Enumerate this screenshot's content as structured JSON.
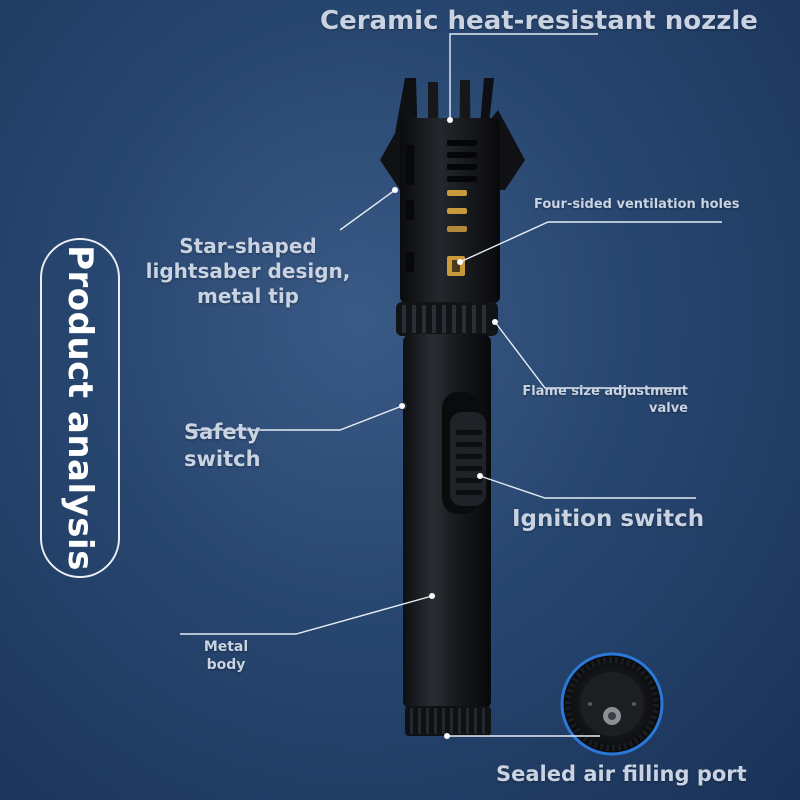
{
  "pill_title": "Product analysis",
  "labels": {
    "nozzle": "Ceramic heat-resistant nozzle",
    "ventilation": "Four-sided ventilation holes",
    "lightsaber_1": "Star-shaped",
    "lightsaber_2": "lightsaber design,",
    "lightsaber_3": "metal tip",
    "flame_1": "Flame size adjustment",
    "flame_2": "valve",
    "safety_1": "Safety",
    "safety_2": "switch",
    "ignition": "Ignition switch",
    "metal_1": "Metal",
    "metal_2": "body",
    "sealed": "Sealed air filling port"
  },
  "colors": {
    "background": "#27466f",
    "text": "#c9d3e2",
    "leader_line": "#e6ecf4",
    "product": "#121417",
    "accent_gold": "#c99a3c",
    "inset_ring": "#2a78d8"
  },
  "icons": {
    "product": "lighter-torch-illustration",
    "inset": "filling-port-closeup"
  }
}
